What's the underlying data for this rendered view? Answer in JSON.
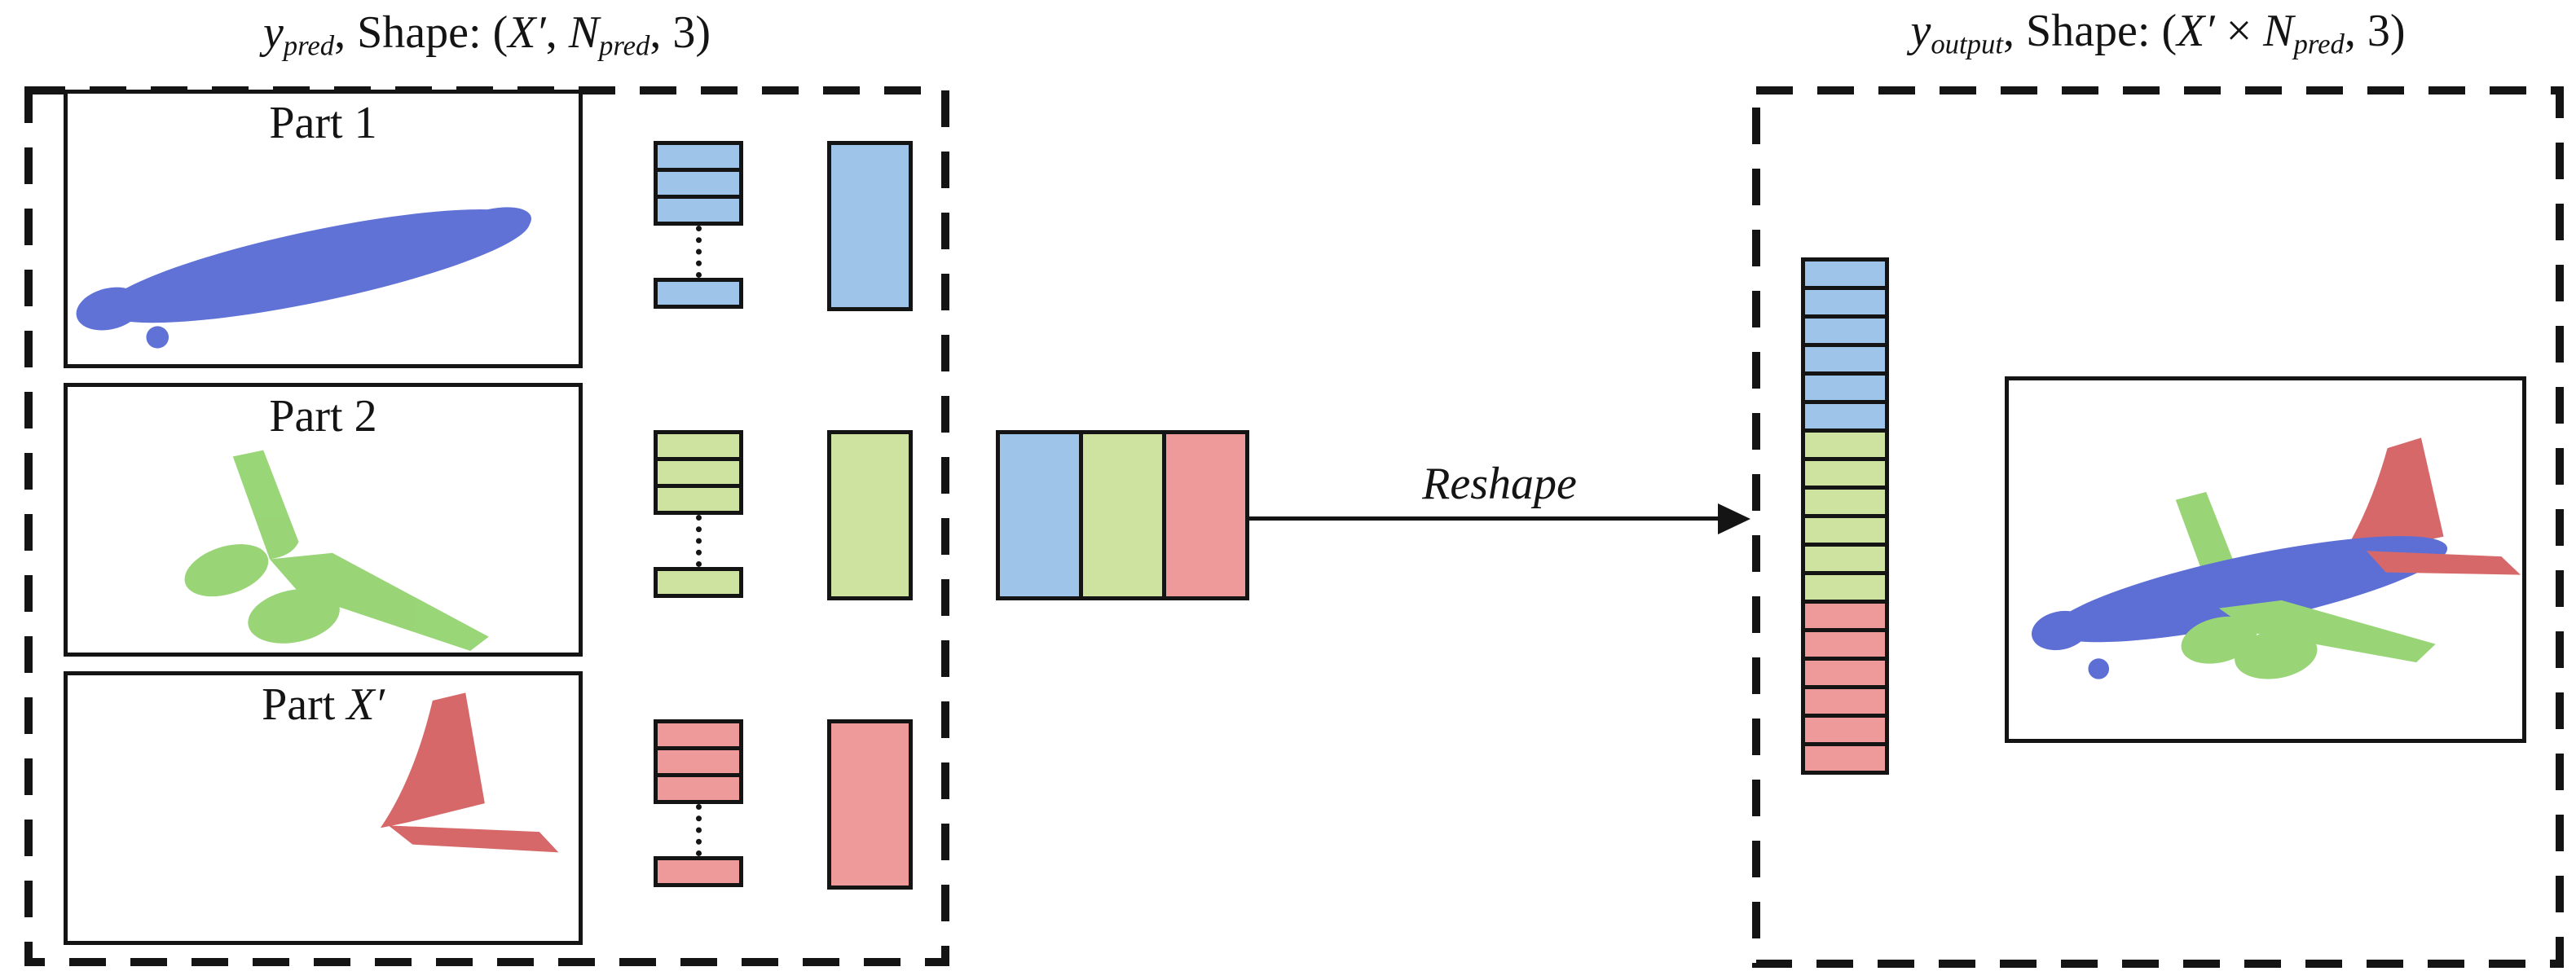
{
  "colors": {
    "cell-blue": "#9ec4e9",
    "cell-green": "#cfe3a1",
    "cell-red": "#ee9a9b",
    "cloud-blue": "#4c5fd1",
    "cloud-green": "#8ed169",
    "cloud-red": "#d2585a",
    "line": "#141414"
  },
  "left_panel": {
    "title": {
      "var": "y",
      "var_sub": "pred",
      "mid": ", Shape: (",
      "dim1": "X′",
      "sep": ", ",
      "dim2": "N",
      "dim2_sub": "pred",
      "end": ", 3)"
    },
    "parts": [
      {
        "label": "Part 1",
        "label_italic": ""
      },
      {
        "label": "Part 2",
        "label_italic": ""
      },
      {
        "label": "Part ",
        "label_italic": "X′"
      }
    ],
    "pred_stack": {
      "top_cells": 3,
      "bottom_cells": 1
    }
  },
  "reshape_label": "Reshape",
  "right_panel": {
    "title": {
      "var": "y",
      "var_sub": "output",
      "mid": ", Shape: (",
      "dim1": "X′",
      "sep": " × ",
      "dim2": "N",
      "dim2_sub": "pred",
      "end": ", 3)"
    },
    "output_column": {
      "groups": [
        {
          "color": "cell-blue",
          "count": 6
        },
        {
          "color": "cell-green",
          "count": 6
        },
        {
          "color": "cell-red",
          "count": 6
        }
      ]
    }
  }
}
